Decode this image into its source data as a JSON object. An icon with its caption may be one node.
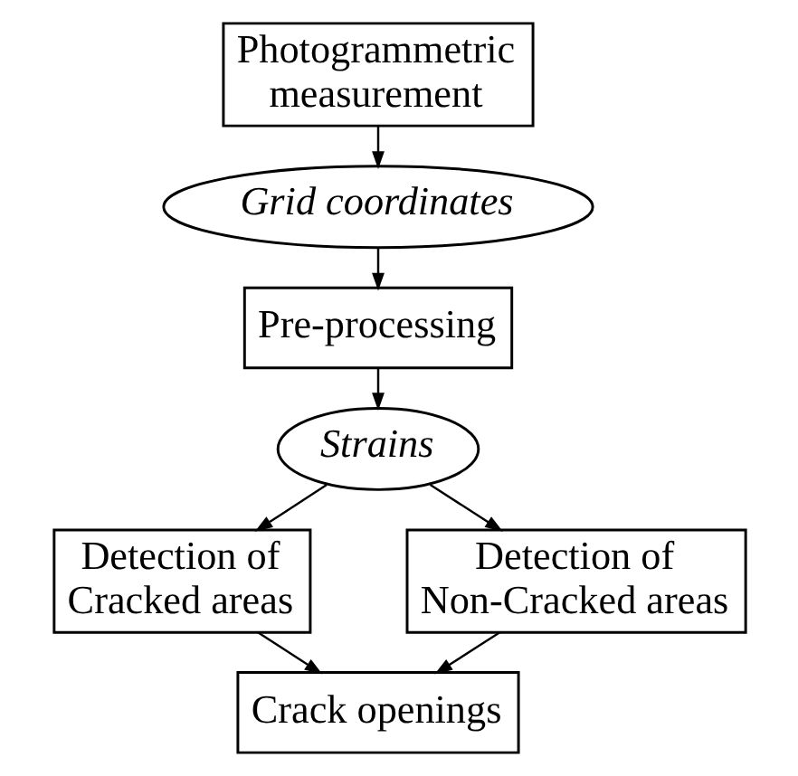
{
  "diagram": {
    "nodes": [
      {
        "text": [
          "Photogrammetric measurement"
        ]
      },
      {
        "text": [
          "Grid coordinates"
        ]
      },
      {
        "text": [
          "Pre-processing"
        ]
      },
      {
        "text": [
          "Strains"
        ]
      },
      {
        "text": [
          "Detection of Cracked areas"
        ]
      },
      {
        "text": [
          "Detection of Non-Cracked areas"
        ]
      },
      {
        "text": [
          "Crack openings"
        ]
      }
    ],
    "edges": [
      {
        "from": 0,
        "to": 1,
        "arrow": "to"
      },
      {
        "from": 1,
        "to": 2,
        "arrow": "to"
      },
      {
        "from": 2,
        "to": 3,
        "arrow": "to"
      },
      {
        "from": 3,
        "to": 4,
        "arrow": "to"
      },
      {
        "from": 3,
        "to": 5,
        "arrow": "to"
      },
      {
        "from": 4,
        "to": 6,
        "arrow": "to"
      },
      {
        "from": 5,
        "to": 6,
        "arrow": "to"
      }
    ]
  }
}
